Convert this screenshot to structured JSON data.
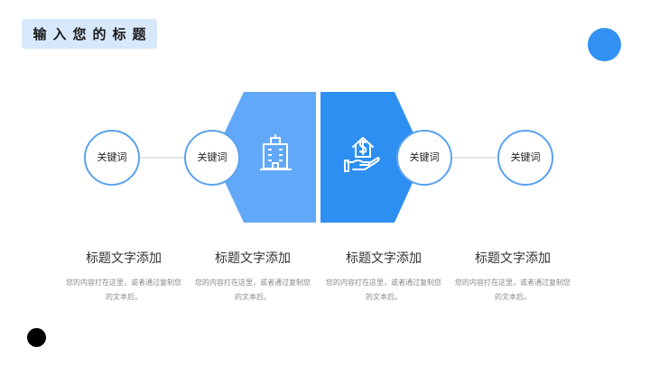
{
  "header": {
    "title": "输入您的标题"
  },
  "steps": [
    {
      "circle_label": "关键词",
      "heading": "标题文字添加",
      "body": "您的内容打在这里，或者通过复制您的文本后。"
    },
    {
      "circle_label": "关键词",
      "heading": "标题文字添加",
      "body": "您的内容打在这里，或者通过复制您的文本后。"
    },
    {
      "circle_label": "关键词",
      "heading": "标题文字添加",
      "body": "您的内容打在这里，或者通过复制您的文本后。"
    },
    {
      "circle_label": "关键词",
      "heading": "标题文字添加",
      "body": "您的内容打在这里，或者通过复制您的文本后。"
    }
  ],
  "icons": {
    "left_hexagon": "office-building-icon",
    "right_hexagon": "dollar-house-hand-icon"
  },
  "colors": {
    "accent": "#3191f3",
    "hexagon_left": "#62a8f8",
    "hexagon_right": "#2d8ff2",
    "title_background": "#d8e8fb",
    "circle_border": "#5aa2ef"
  }
}
